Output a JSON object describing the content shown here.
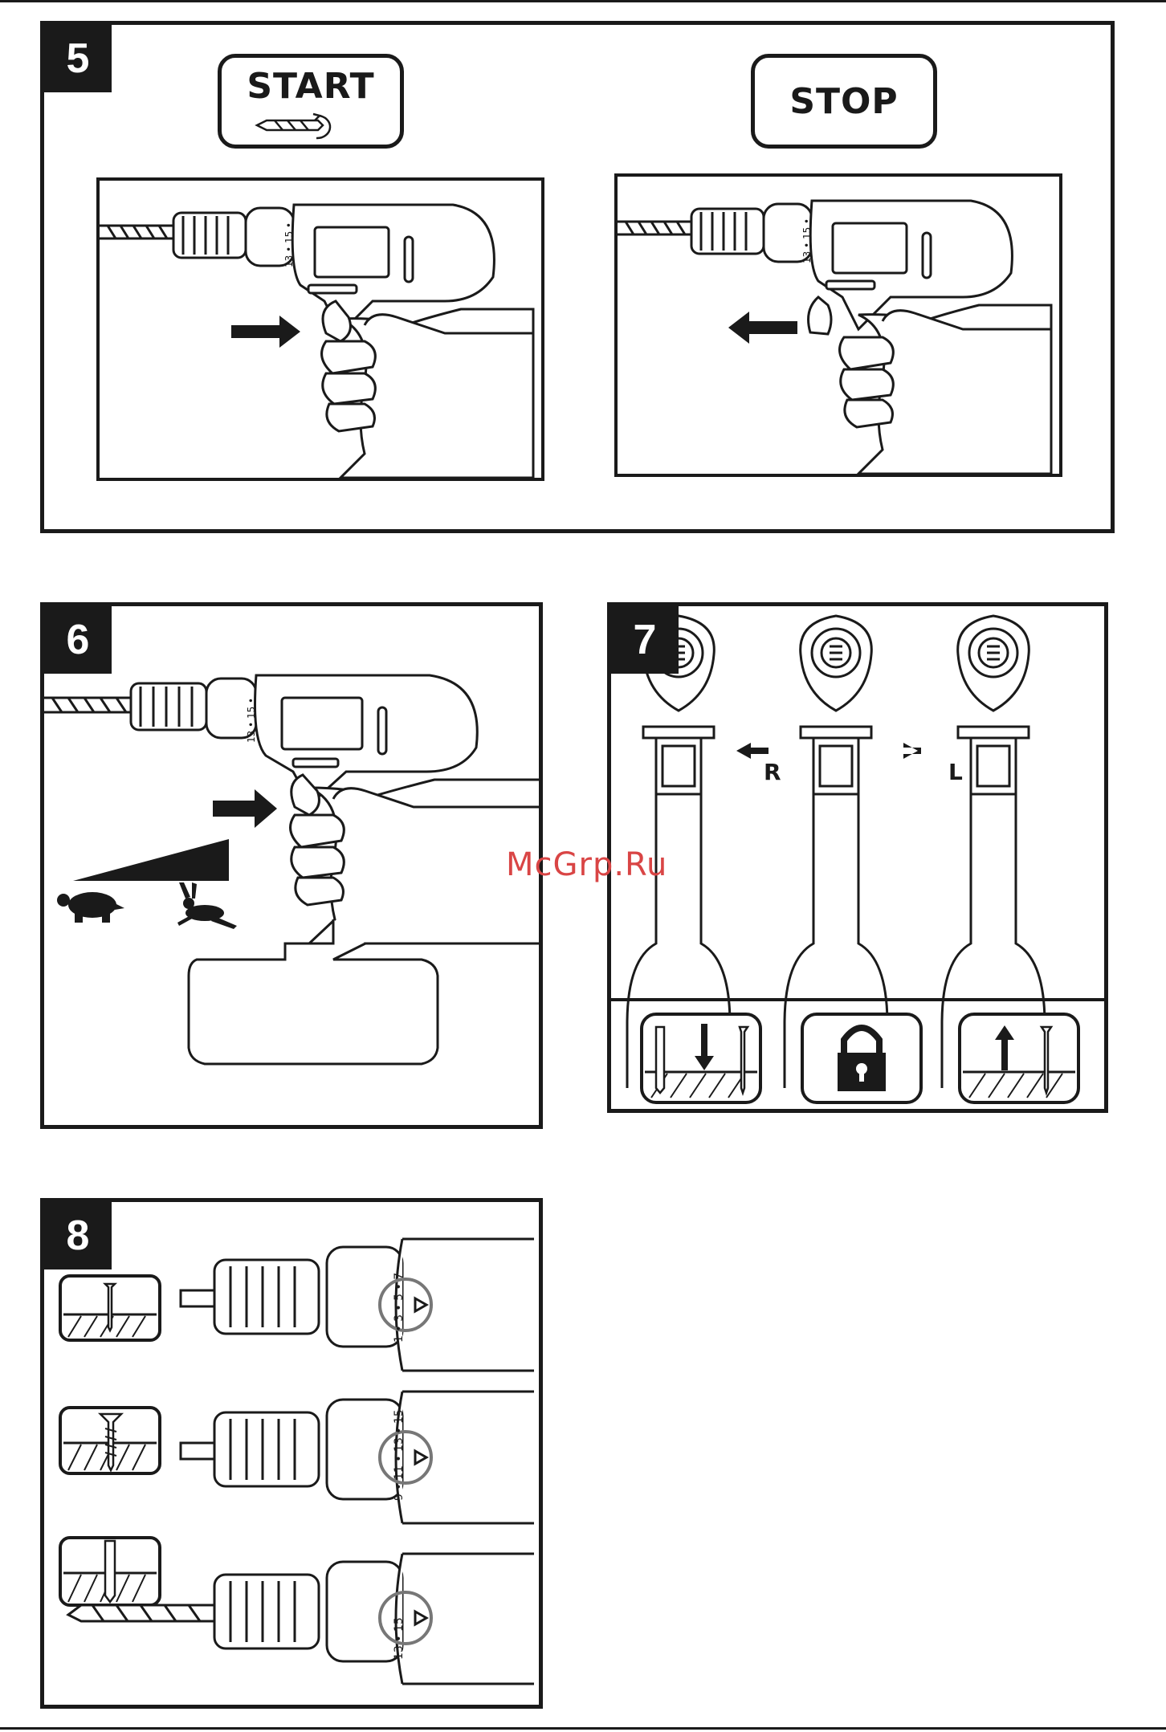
{
  "steps": {
    "s5": {
      "number": "5",
      "start_label": "START",
      "stop_label": "STOP",
      "dial_marks": "13 • 15 •"
    },
    "s6": {
      "number": "6",
      "dial_marks": "13 • 15 •"
    },
    "s7": {
      "number": "7",
      "right_label": "R",
      "left_label": "L"
    },
    "s8": {
      "number": "8",
      "dial_1": "1 • 3 • 5 • 7",
      "dial_2": "9 • 11 • 13 • 15",
      "dial_3": "13 • 15"
    }
  },
  "watermark": "McGrp.Ru",
  "icons": [
    "drill-bit-icon",
    "rotate-arrow-icon",
    "arrow-right-icon",
    "arrow-left-icon",
    "turtle-icon",
    "hare-icon",
    "drill-down-icon",
    "lock-icon",
    "screw-out-icon",
    "nail-icon",
    "screw-icon",
    "drill-bit-wood-icon"
  ],
  "colors": {
    "ink": "#1a1a1a",
    "watermark": "#d94545",
    "dial_ring": "#777777"
  }
}
